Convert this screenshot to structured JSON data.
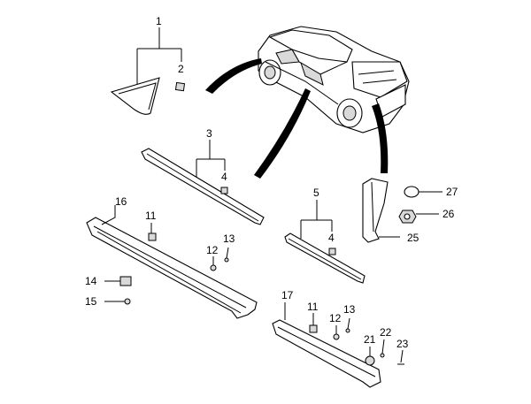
{
  "diagram": {
    "callouts": [
      {
        "id": "c1",
        "text": "1"
      },
      {
        "id": "c2",
        "text": "2"
      },
      {
        "id": "c3",
        "text": "3"
      },
      {
        "id": "c4a",
        "text": "4"
      },
      {
        "id": "c4b",
        "text": "4"
      },
      {
        "id": "c5",
        "text": "5"
      },
      {
        "id": "c11a",
        "text": "11"
      },
      {
        "id": "c11b",
        "text": "11"
      },
      {
        "id": "c12a",
        "text": "12"
      },
      {
        "id": "c12b",
        "text": "12"
      },
      {
        "id": "c13a",
        "text": "13"
      },
      {
        "id": "c13b",
        "text": "13"
      },
      {
        "id": "c14",
        "text": "14"
      },
      {
        "id": "c15",
        "text": "15"
      },
      {
        "id": "c16",
        "text": "16"
      },
      {
        "id": "c17",
        "text": "17"
      },
      {
        "id": "c21",
        "text": "21"
      },
      {
        "id": "c22",
        "text": "22"
      },
      {
        "id": "c23",
        "text": "23"
      },
      {
        "id": "c25",
        "text": "25"
      },
      {
        "id": "c26",
        "text": "26"
      },
      {
        "id": "c27",
        "text": "27"
      }
    ]
  }
}
